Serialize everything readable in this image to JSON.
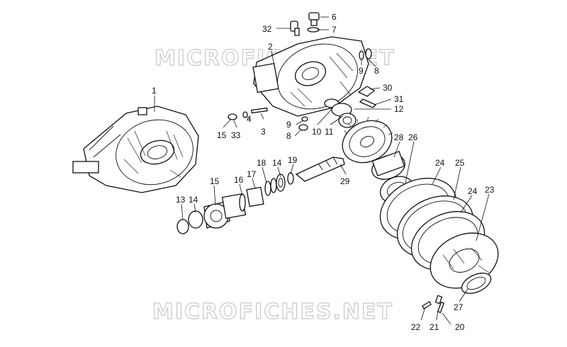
{
  "watermark": {
    "top": "MICROFICHES.NET",
    "bottom": "MICROFICHES.NET"
  },
  "callouts": [
    {
      "id": "c1",
      "text": "1"
    },
    {
      "id": "c2",
      "text": "2"
    },
    {
      "id": "c3",
      "text": "3"
    },
    {
      "id": "c4",
      "text": "4"
    },
    {
      "id": "c33",
      "text": "33"
    },
    {
      "id": "c15a",
      "text": "15"
    },
    {
      "id": "c32",
      "text": "32"
    },
    {
      "id": "c6",
      "text": "6"
    },
    {
      "id": "c7",
      "text": "7"
    },
    {
      "id": "c9a",
      "text": "9"
    },
    {
      "id": "c8a",
      "text": "8"
    },
    {
      "id": "c30",
      "text": "30"
    },
    {
      "id": "c31",
      "text": "31"
    },
    {
      "id": "c12",
      "text": "12"
    },
    {
      "id": "c9b",
      "text": "9"
    },
    {
      "id": "c8b",
      "text": "8"
    },
    {
      "id": "c10",
      "text": "10"
    },
    {
      "id": "c11",
      "text": "11"
    },
    {
      "id": "c28",
      "text": "28"
    },
    {
      "id": "c26",
      "text": "26"
    },
    {
      "id": "c29",
      "text": "29"
    },
    {
      "id": "c18",
      "text": "18"
    },
    {
      "id": "c14a",
      "text": "14"
    },
    {
      "id": "c19",
      "text": "19"
    },
    {
      "id": "c17",
      "text": "17"
    },
    {
      "id": "c16",
      "text": "16"
    },
    {
      "id": "c15b",
      "text": "15"
    },
    {
      "id": "c13",
      "text": "13"
    },
    {
      "id": "c14b",
      "text": "14"
    },
    {
      "id": "c24a",
      "text": "24"
    },
    {
      "id": "c25",
      "text": "25"
    },
    {
      "id": "c24b",
      "text": "24"
    },
    {
      "id": "c23",
      "text": "23"
    },
    {
      "id": "c27",
      "text": "27"
    },
    {
      "id": "c22",
      "text": "22"
    },
    {
      "id": "c21",
      "text": "21"
    },
    {
      "id": "c20",
      "text": "20"
    }
  ]
}
